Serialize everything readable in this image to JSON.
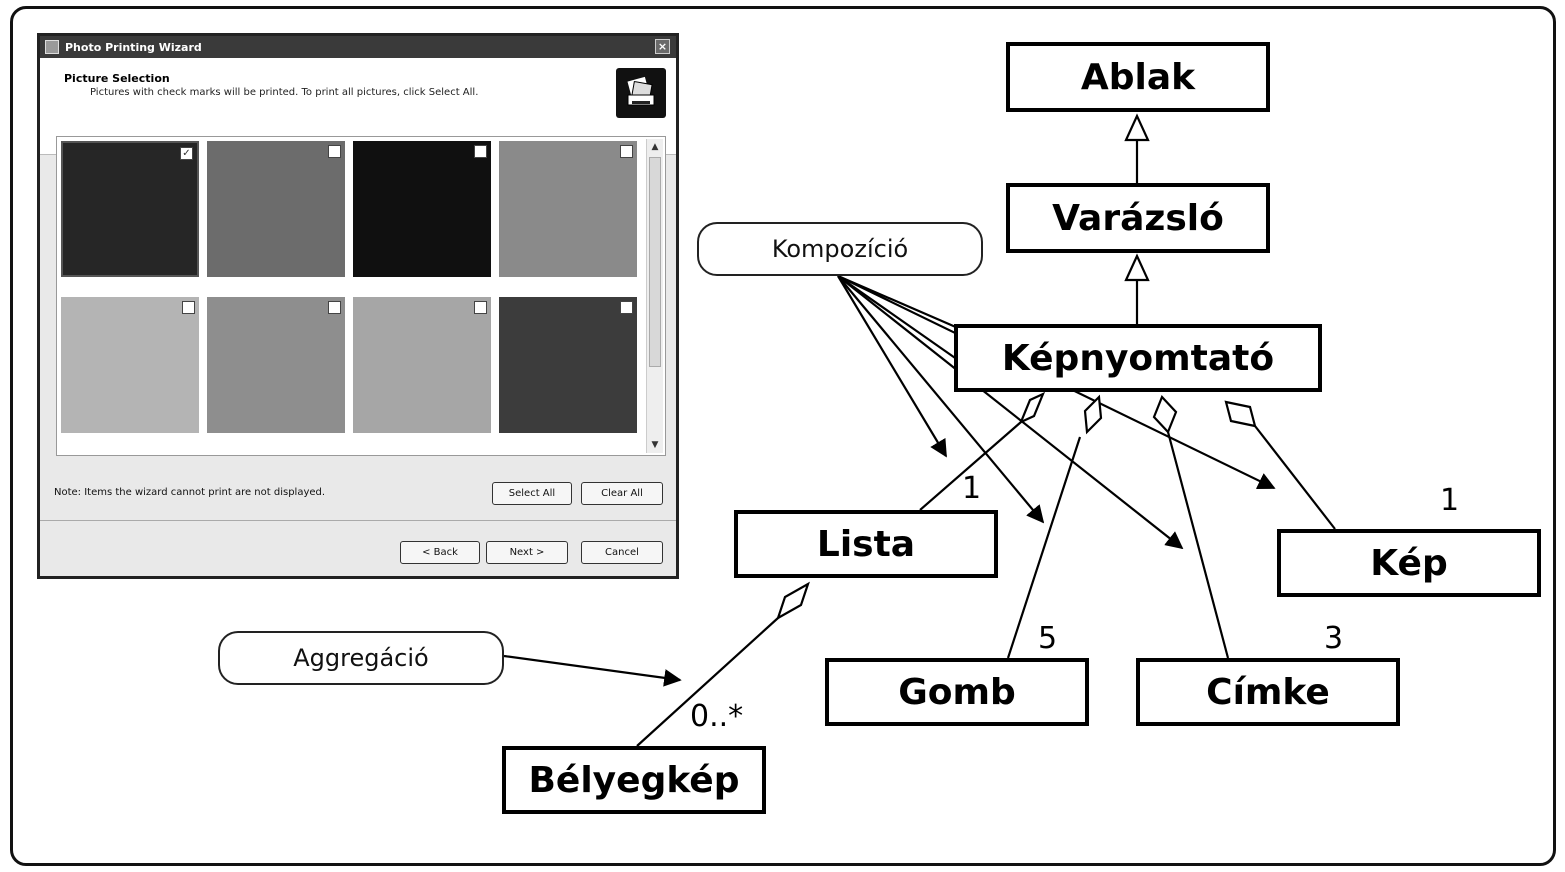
{
  "diagram": {
    "classes": {
      "ablak": "Ablak",
      "varazslo": "Varázsló",
      "kepnyomtato": "Képnyomtató",
      "lista": "Lista",
      "kep": "Kép",
      "gomb": "Gomb",
      "cimke": "Címke",
      "belyegkep": "Bélyegkép"
    },
    "callouts": {
      "composition": "Kompozíció",
      "aggregation": "Aggregáció"
    },
    "multiplicities": {
      "lista": "1",
      "kep": "1",
      "gomb": "5",
      "cimke": "3",
      "belyegkep": "0..*"
    }
  },
  "window": {
    "title": "Photo Printing Wizard",
    "close_glyph": "×",
    "header_title": "Picture Selection",
    "header_desc": "Pictures with check marks will be printed.  To print all pictures, click Select All.",
    "thumbnails": [
      {
        "checked": true,
        "tone": "#262626"
      },
      {
        "checked": false,
        "tone": "#6c6c6c"
      },
      {
        "checked": false,
        "tone": "#101010"
      },
      {
        "checked": false,
        "tone": "#8a8a8a"
      },
      {
        "checked": false,
        "tone": "#b4b4b4"
      },
      {
        "checked": false,
        "tone": "#8e8e8e"
      },
      {
        "checked": false,
        "tone": "#a6a6a6"
      },
      {
        "checked": false,
        "tone": "#3c3c3c"
      }
    ],
    "check_glyph": "✓",
    "note": "Note: Items the wizard cannot print are not displayed.",
    "buttons": {
      "select_all": "Select All",
      "clear_all": "Clear All",
      "back": "< Back",
      "next": "Next >",
      "cancel": "Cancel"
    },
    "scroll_up_glyph": "▲",
    "scroll_down_glyph": "▼"
  }
}
